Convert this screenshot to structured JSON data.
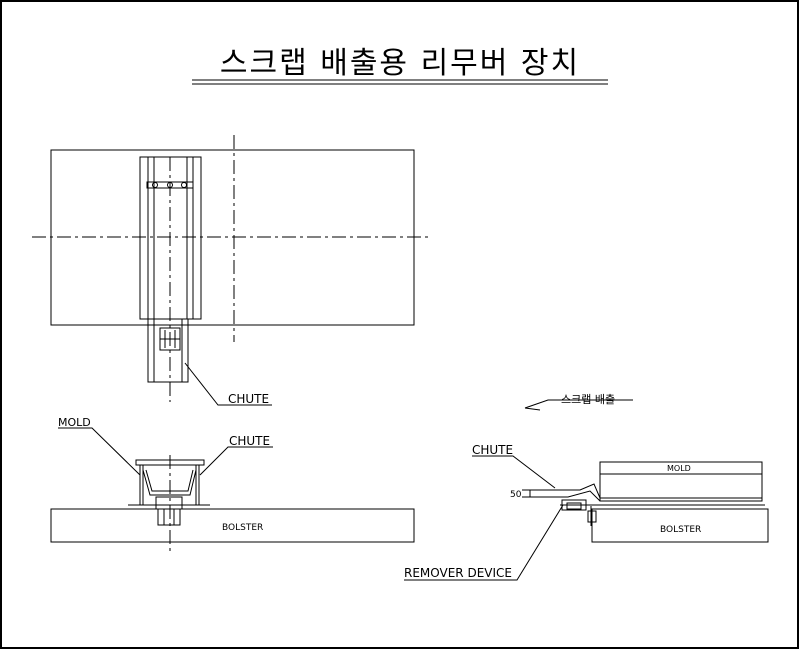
{
  "title": "스크랩 배출용 리무버 장치",
  "labels": {
    "chute_top": "CHUTE",
    "mold_left": "MOLD",
    "chute_front": "CHUTE",
    "bolster_front": "BOLSTER",
    "scrap_out": "스크랩 배출",
    "chute_side": "CHUTE",
    "dim_50": "50",
    "mold_side": "MOLD",
    "bolster_side": "BOLSTER",
    "remover_device": "REMOVER DEVICE"
  }
}
